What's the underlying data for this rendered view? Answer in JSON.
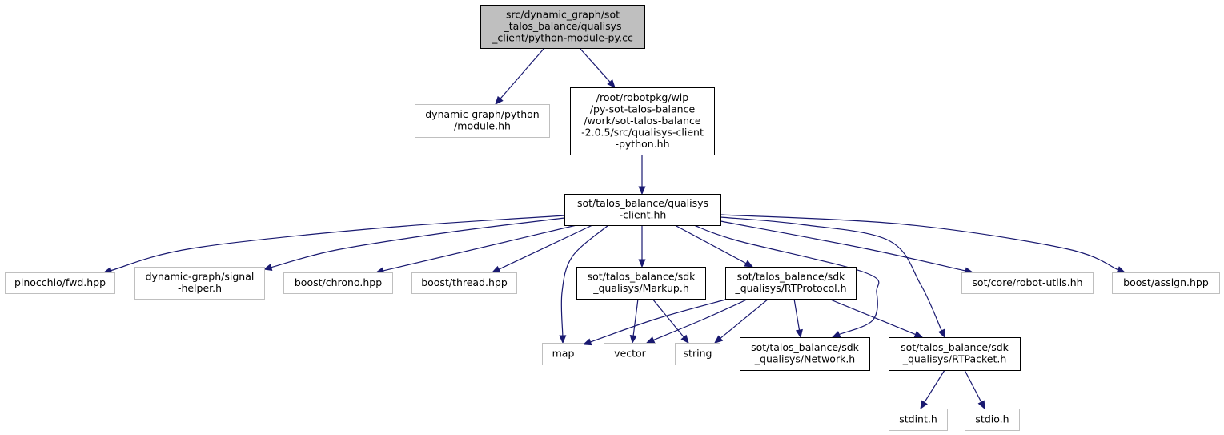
{
  "nodes": {
    "root": [
      "src/dynamic_graph/sot",
      "_talos_balance/qualisys",
      "_client/python-module-py.cc"
    ],
    "module_hh": [
      "dynamic-graph/python",
      "/module.hh"
    ],
    "client_python_hh": [
      "/root/robotpkg/wip",
      "/py-sot-talos-balance",
      "/work/sot-talos-balance",
      "-2.0.5/src/qualisys-client",
      "-python.hh"
    ],
    "client_hh": [
      "sot/talos_balance/qualisys",
      "-client.hh"
    ],
    "pinocchio_fwd": [
      "pinocchio/fwd.hpp"
    ],
    "signal_helper": [
      "dynamic-graph/signal",
      "-helper.h"
    ],
    "boost_chrono": [
      "boost/chrono.hpp"
    ],
    "boost_thread": [
      "boost/thread.hpp"
    ],
    "markup_h": [
      "sot/talos_balance/sdk",
      "_qualisys/Markup.h"
    ],
    "rtprotocol_h": [
      "sot/talos_balance/sdk",
      "_qualisys/RTProtocol.h"
    ],
    "robot_utils": [
      "sot/core/robot-utils.hh"
    ],
    "boost_assign": [
      "boost/assign.hpp"
    ],
    "map": [
      "map"
    ],
    "vector": [
      "vector"
    ],
    "string": [
      "string"
    ],
    "network_h": [
      "sot/talos_balance/sdk",
      "_qualisys/Network.h"
    ],
    "rtpacket_h": [
      "sot/talos_balance/sdk",
      "_qualisys/RTPacket.h"
    ],
    "stdint": [
      "stdint.h"
    ],
    "stdio": [
      "stdio.h"
    ]
  },
  "colors": {
    "edge": "#191970",
    "root_fill": "#bfbfbf",
    "documented_border": "#000000",
    "external_border": "#bfbfbf"
  }
}
